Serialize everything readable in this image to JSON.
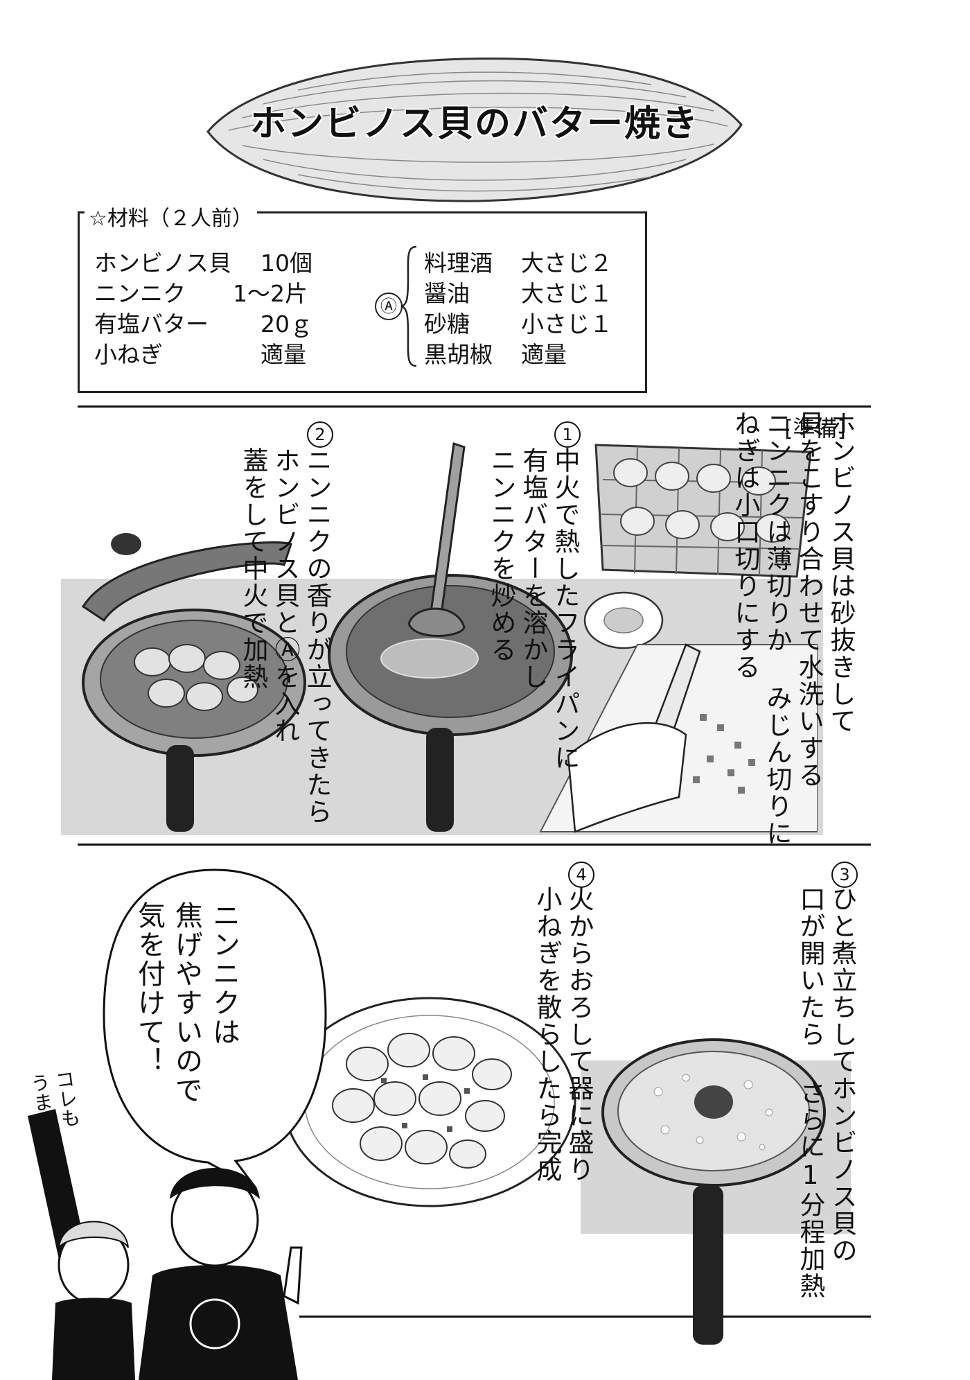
{
  "title": "ホンビノス貝のバター焼き",
  "ingredients": {
    "heading": "☆材料（２人前）",
    "main": [
      {
        "name": "ホンビノス貝",
        "qty": "10個"
      },
      {
        "name": "ニンニク",
        "qty": "1～2片"
      },
      {
        "name": "有塩バター",
        "qty": "20ｇ"
      },
      {
        "name": "小ねぎ",
        "qty": "適量"
      }
    ],
    "group_mark": "Ⓐ",
    "group": [
      {
        "name": "料理酒",
        "qty": "大さじ２"
      },
      {
        "name": "醤油",
        "qty": "大さじ１"
      },
      {
        "name": "砂糖",
        "qty": "小さじ１"
      },
      {
        "name": "黒胡椒",
        "qty": "適量"
      }
    ]
  },
  "prep": {
    "label": "[準備]",
    "lines": [
      "ホンビノス貝は砂抜きして",
      "貝をこすり合わせて水洗いする",
      "ニンニクは薄切りか みじん切りに",
      "ねぎは小口切りにする"
    ]
  },
  "steps": [
    {
      "num": "1",
      "lines": [
        "中火で熱したフライパンに",
        "有塩バターを溶かし",
        "ニンニクを炒める"
      ]
    },
    {
      "num": "2",
      "lines": [
        "ニンニクの香りが立ってきたら",
        "ホンビノス貝とⒶを入れ",
        "蓋をして中火で加熱"
      ]
    },
    {
      "num": "3",
      "lines": [
        "ひと煮立ちしてホンビノス貝の",
        "口が開いたら さらに1分程加熱"
      ]
    },
    {
      "num": "4",
      "lines": [
        "火からおろして器に盛り",
        "小ねぎを散らしたら完成"
      ]
    }
  ],
  "bubble": {
    "lines": [
      "ニンニクは",
      "焦げやすいので",
      "気を付けて！"
    ]
  },
  "shout": {
    "lines": [
      "コレも",
      "うまかったー！"
    ]
  }
}
